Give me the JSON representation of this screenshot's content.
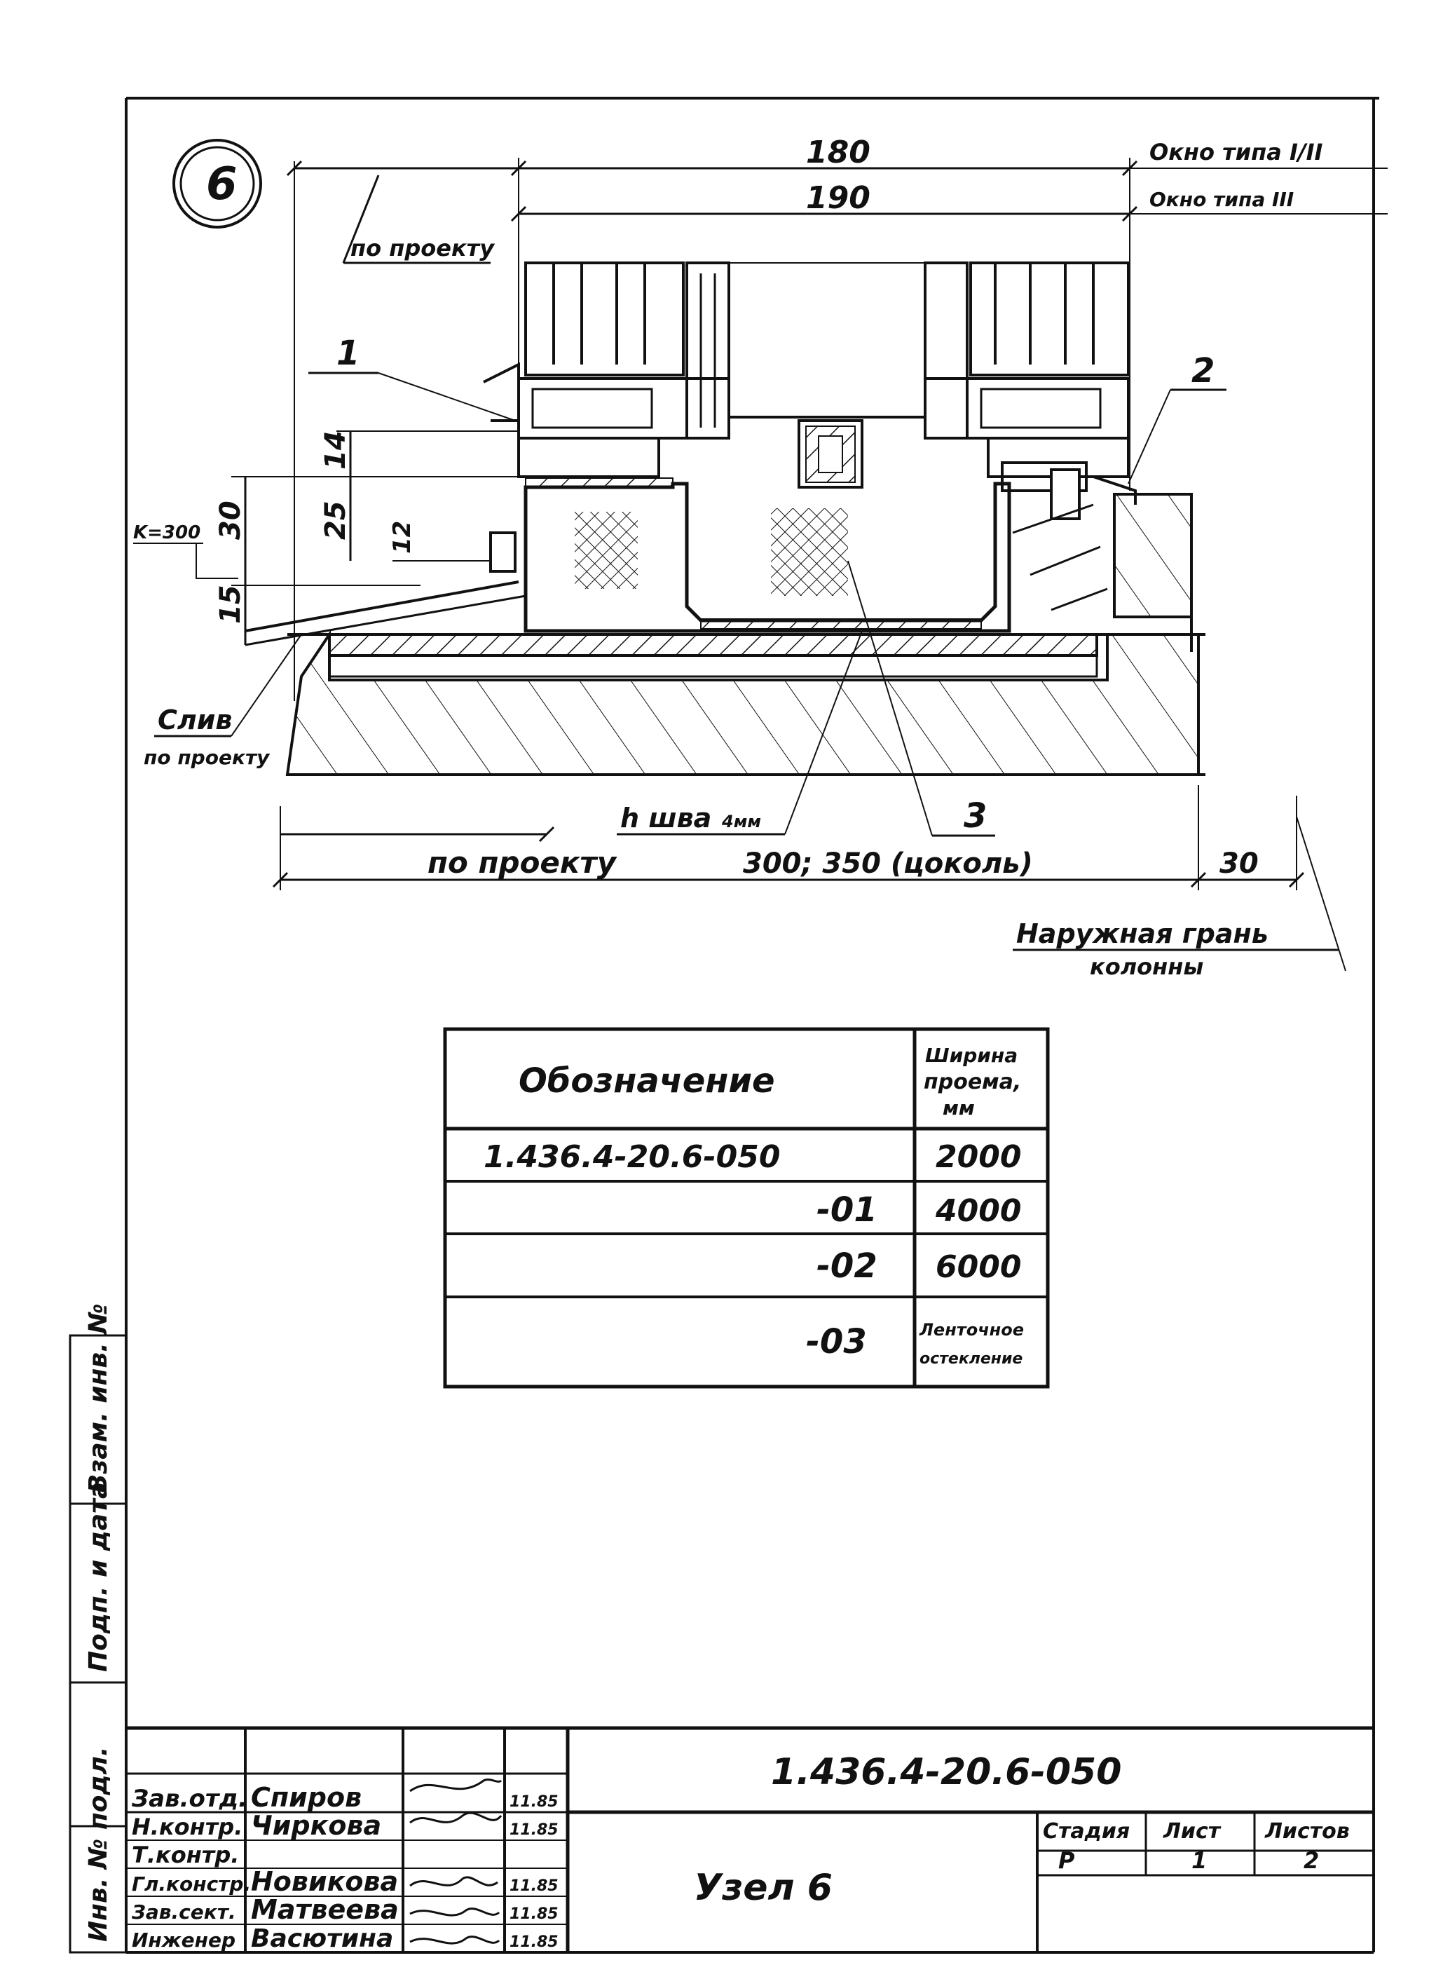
{
  "node_number": "6",
  "dimensions": {
    "top_180": "180",
    "top_190": "190",
    "window_type_1": "Окно типа I/II",
    "window_type_2": "Окно типа III",
    "by_project_top": "по проекту",
    "d14": "14",
    "d25": "25",
    "d30": "30",
    "d12": "12",
    "d15": "15",
    "level": "K=300",
    "bottom_by_project": "по проекту",
    "bottom_plinth": "300; 350 (цоколь)",
    "bottom_30": "30",
    "seam_h": "h шва",
    "seam_h_value": "4мм"
  },
  "callouts": {
    "c1": "1",
    "c2": "2",
    "c3": "3",
    "drain": "Слив",
    "drain_note": "по проекту",
    "outer_face_1": "Наружная грань",
    "outer_face_2": "колонны"
  },
  "spec_table": {
    "col_designation": "Обозначение",
    "col_width_1": "Ширина",
    "col_width_2": "проема,",
    "col_width_3": "мм",
    "rows": [
      {
        "designation": "1.436.4-20.6-050",
        "width": "2000"
      },
      {
        "designation": "-01",
        "width": "4000"
      },
      {
        "designation": "-02",
        "width": "6000"
      },
      {
        "designation": "-03",
        "width_1": "Ленточное",
        "width_2": "остекление"
      }
    ]
  },
  "left_margin": {
    "inv_orig": "Инв. № подл.",
    "sign_date": "Подп. и дата",
    "replaces_inv": "Взам. инв. №"
  },
  "title_block": {
    "doc_code": "1.436.4-20.6-050",
    "title": "Узел 6",
    "stage_label": "Стадия",
    "stage_value": "Р",
    "sheet_label": "Лист",
    "sheet_value": "1",
    "sheets_label": "Листов",
    "sheets_value": "2",
    "staff": [
      {
        "role": "Зав.отд.",
        "name": "Спиров",
        "date": "11.85"
      },
      {
        "role": "Н.контр.",
        "name": "Чиркова",
        "date": "11.85"
      },
      {
        "role": "Т.контр.",
        "name": "",
        "date": ""
      },
      {
        "role": "Гл.констр.",
        "name": "Новикова",
        "date": "11.85"
      },
      {
        "role": "Зав.сект.",
        "name": "Матвеева",
        "date": "11.85"
      },
      {
        "role": "Инженер",
        "name": "Васютина",
        "date": "11.85"
      }
    ]
  }
}
